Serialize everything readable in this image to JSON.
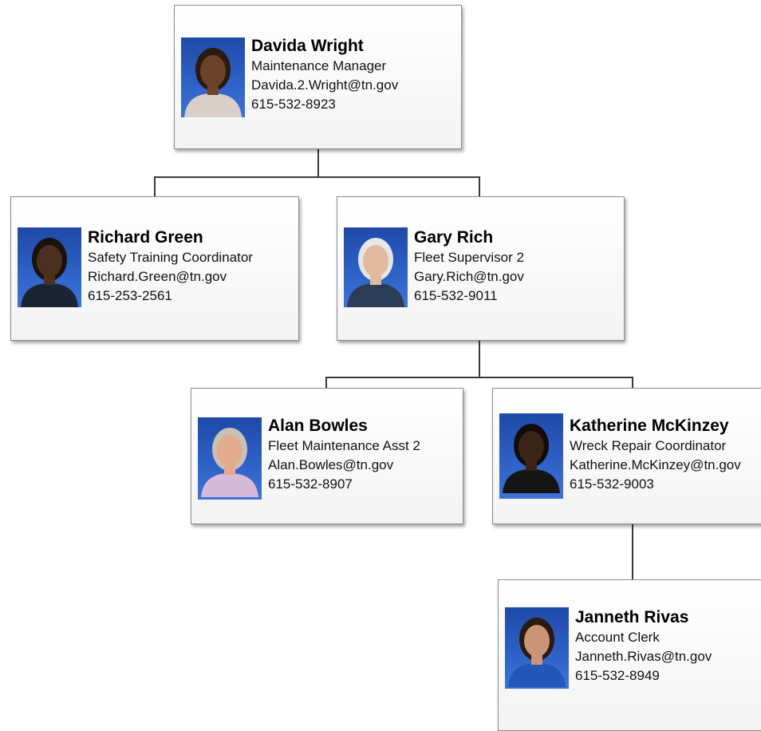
{
  "people": {
    "davida": {
      "name": "Davida Wright",
      "title": "Maintenance Manager",
      "email": "Davida.2.Wright@tn.gov",
      "phone": "615-532-8923",
      "skin": "#6b432a",
      "hair": "#2a1a10",
      "shirt": "#d8cfc8"
    },
    "richard": {
      "name": "Richard Green",
      "title": "Safety Training Coordinator",
      "email": "Richard.Green@tn.gov",
      "phone": "615-253-2561",
      "skin": "#4b2f20",
      "hair": "#1c120c",
      "shirt": "#1b2433"
    },
    "gary": {
      "name": "Gary Rich",
      "title": "Fleet Supervisor 2",
      "email": "Gary.Rich@tn.gov",
      "phone": "615-532-9011",
      "skin": "#e1b9a0",
      "hair": "#e6e6e6",
      "shirt": "#2b3c55"
    },
    "alan": {
      "name": "Alan Bowles",
      "title": "Fleet Maintenance Asst 2",
      "email": "Alan.Bowles@tn.gov",
      "phone": "615-532-8907",
      "skin": "#e4ab8f",
      "hair": "#c9c0b6",
      "shirt": "#d6b8d8"
    },
    "katherine": {
      "name": "Katherine McKinzey",
      "title": "Wreck Repair Coordinator",
      "email": "Katherine.McKinzey@tn.gov",
      "phone": "615-532-9003",
      "skin": "#3d2418",
      "hair": "#120c08",
      "shirt": "#151515"
    },
    "janneth": {
      "name": "Janneth Rivas",
      "title": "Account Clerk",
      "email": "Janneth.Rivas@tn.gov",
      "phone": "615-532-8949",
      "skin": "#c99576",
      "hair": "#2b1a12",
      "shirt": "#2356b8"
    }
  }
}
